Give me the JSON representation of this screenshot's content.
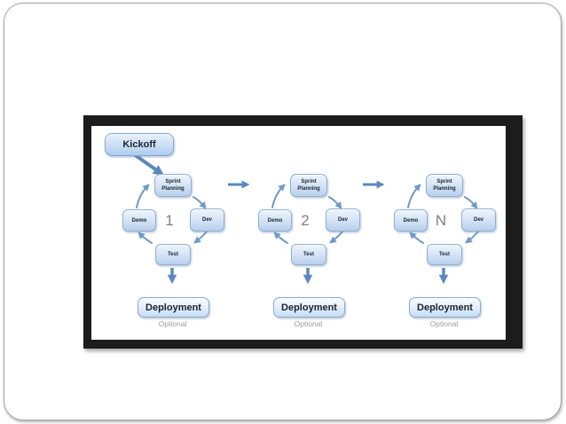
{
  "slide": {
    "diagram": {
      "kickoff_label": "Kickoff",
      "cycles": [
        {
          "number": "1",
          "planning_line1": "Sprint",
          "planning_line2": "Planning",
          "demo_label": "Demo",
          "dev_label": "Dev",
          "test_label": "Test",
          "deployment_label": "Deployment",
          "optional_label": "Optional"
        },
        {
          "number": "2",
          "planning_line1": "Sprint",
          "planning_line2": "Planning",
          "demo_label": "Demo",
          "dev_label": "Dev",
          "test_label": "Test",
          "deployment_label": "Deployment",
          "optional_label": "Optional"
        },
        {
          "number": "N",
          "planning_line1": "Sprint",
          "planning_line2": "Planning",
          "demo_label": "Demo",
          "dev_label": "Dev",
          "test_label": "Test",
          "deployment_label": "Deployment",
          "optional_label": "Optional"
        }
      ],
      "colors": {
        "node_border": "#8fafd7",
        "node_fill_top": "#eef5fc",
        "node_fill_bottom": "#b7cfec",
        "arrow": "#5c88bd",
        "number_text": "#808080",
        "optional_text": "#9b9b9b",
        "frame": "#1c1c1c"
      }
    }
  }
}
